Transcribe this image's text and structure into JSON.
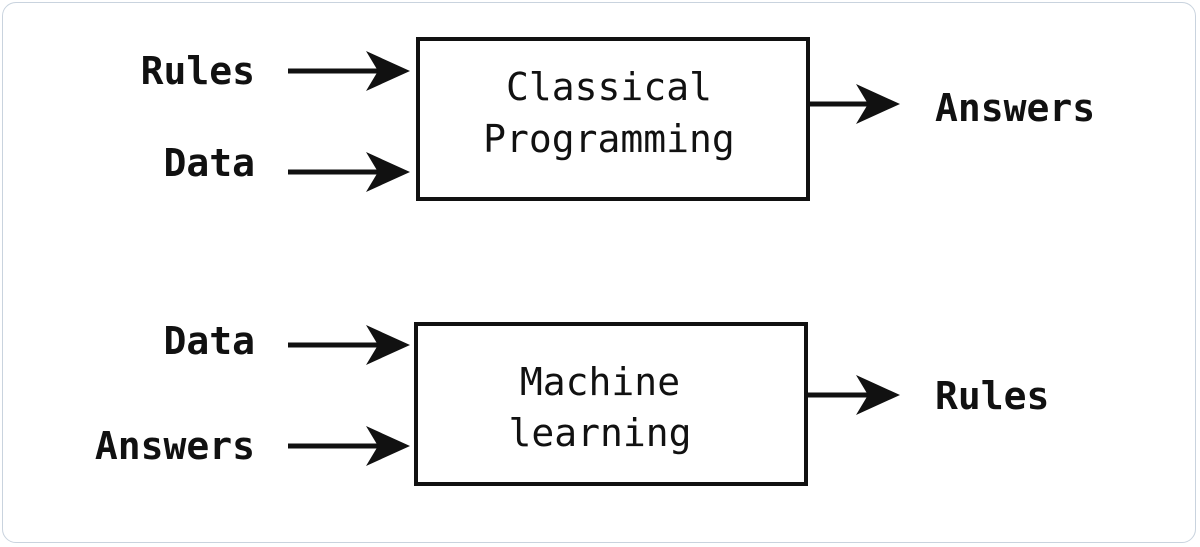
{
  "diagram": {
    "classical": {
      "inputs": [
        "Rules",
        "Data"
      ],
      "box_lines": [
        "Classical",
        "Programming"
      ],
      "output": "Answers"
    },
    "ml": {
      "inputs": [
        "Data",
        "Answers"
      ],
      "box_lines": [
        "Machine",
        "learning"
      ],
      "output": "Rules"
    }
  }
}
